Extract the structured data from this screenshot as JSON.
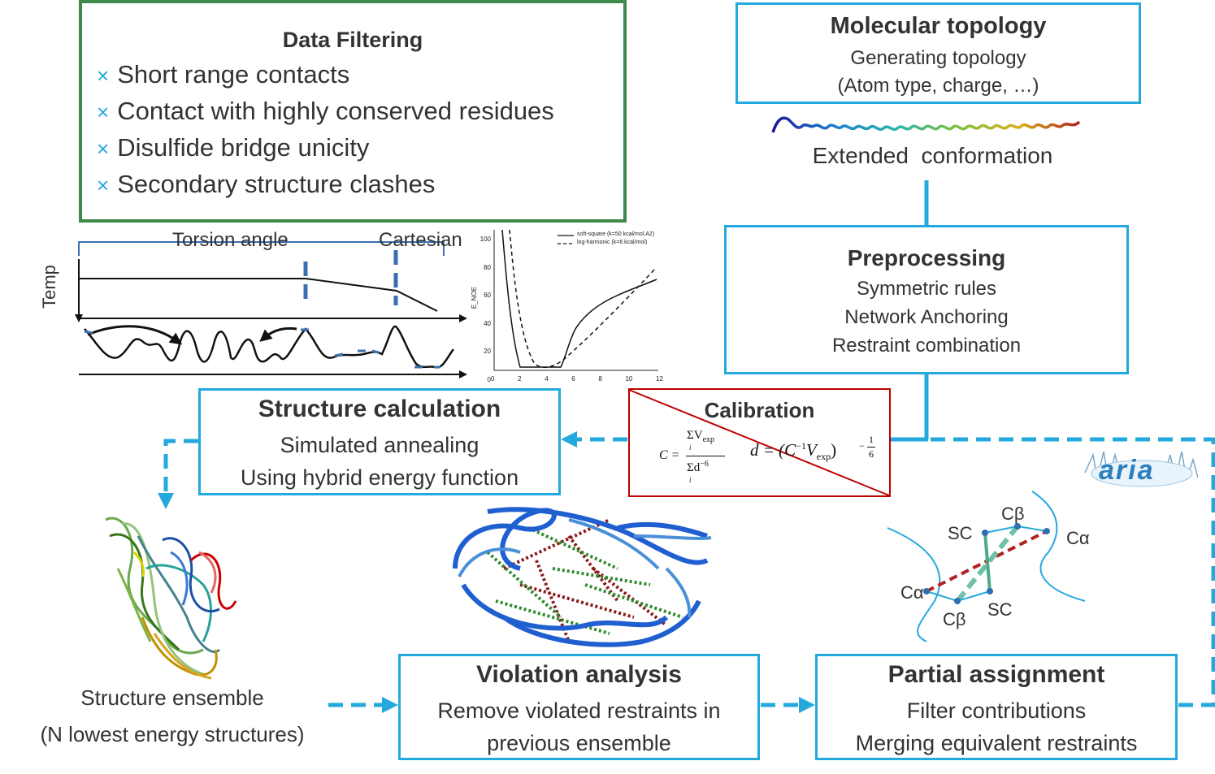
{
  "data_filtering": {
    "title": "Data Filtering",
    "bullet": "×",
    "items": [
      "Short range contacts",
      "Contact with highly conserved residues",
      "Disulfide bridge unicity",
      "Secondary structure clashes"
    ]
  },
  "molecular_topology": {
    "title": "Molecular topology",
    "line1": "Generating topology",
    "line2": "(Atom type, charge, …)"
  },
  "extended_conformation": "Extended  conformation",
  "preprocessing": {
    "title": "Preprocessing",
    "lines": [
      "Symmetric rules",
      "Network Anchoring",
      "Restraint combination"
    ]
  },
  "annealing_schedule": {
    "torsion_label": "Torsion angle",
    "cartesian_label": "Cartesian",
    "y_label": "Temp"
  },
  "energy_plot": {
    "legend": [
      "soft-square (k=50 kcal/mol.A2)",
      "log-harmonic (k=6 kcal/mol)"
    ],
    "y_label": "E_NOE",
    "y_ticks": [
      "100",
      "80",
      "60",
      "40",
      "20",
      "0"
    ],
    "x_ticks": [
      "0",
      "2",
      "4",
      "6",
      "8",
      "10",
      "12"
    ]
  },
  "structure_calculation": {
    "title": "Structure calculation",
    "line1": "Simulated annealing",
    "line2": "Using hybrid energy function"
  },
  "calibration": {
    "title": "Calibration",
    "formula_c": "C =",
    "formula_num": "ΣV",
    "formula_num_sub": "exp",
    "formula_den": "Σd",
    "formula_den_sup": "−6",
    "formula_d": "d = (C",
    "formula_d_sup": "−1",
    "formula_d_v": "V",
    "formula_d_v_sub": "exp",
    "formula_d_close": ")",
    "formula_exp": "−",
    "formula_exp_num": "1",
    "formula_exp_den": "6",
    "formula_index": "i"
  },
  "aria_logo": "aria",
  "assignment_diagram": {
    "labels": [
      "Cβ",
      "SC",
      "Cα",
      "Cα",
      "Cβ",
      "SC"
    ]
  },
  "structure_ensemble": {
    "line1": "Structure ensemble",
    "line2": "(N lowest energy structures)"
  },
  "violation_analysis": {
    "title": "Violation analysis",
    "line1": "Remove violated restraints in",
    "line2": "previous ensemble"
  },
  "partial_assignment": {
    "title": "Partial assignment",
    "line1": "Filter contributions",
    "line2": "Merging equivalent restraints"
  },
  "colors": {
    "flow_blue": "#23a9dd",
    "filter_green": "#3e8a4a",
    "calibration_red": "#c00000",
    "text": "#333333"
  }
}
